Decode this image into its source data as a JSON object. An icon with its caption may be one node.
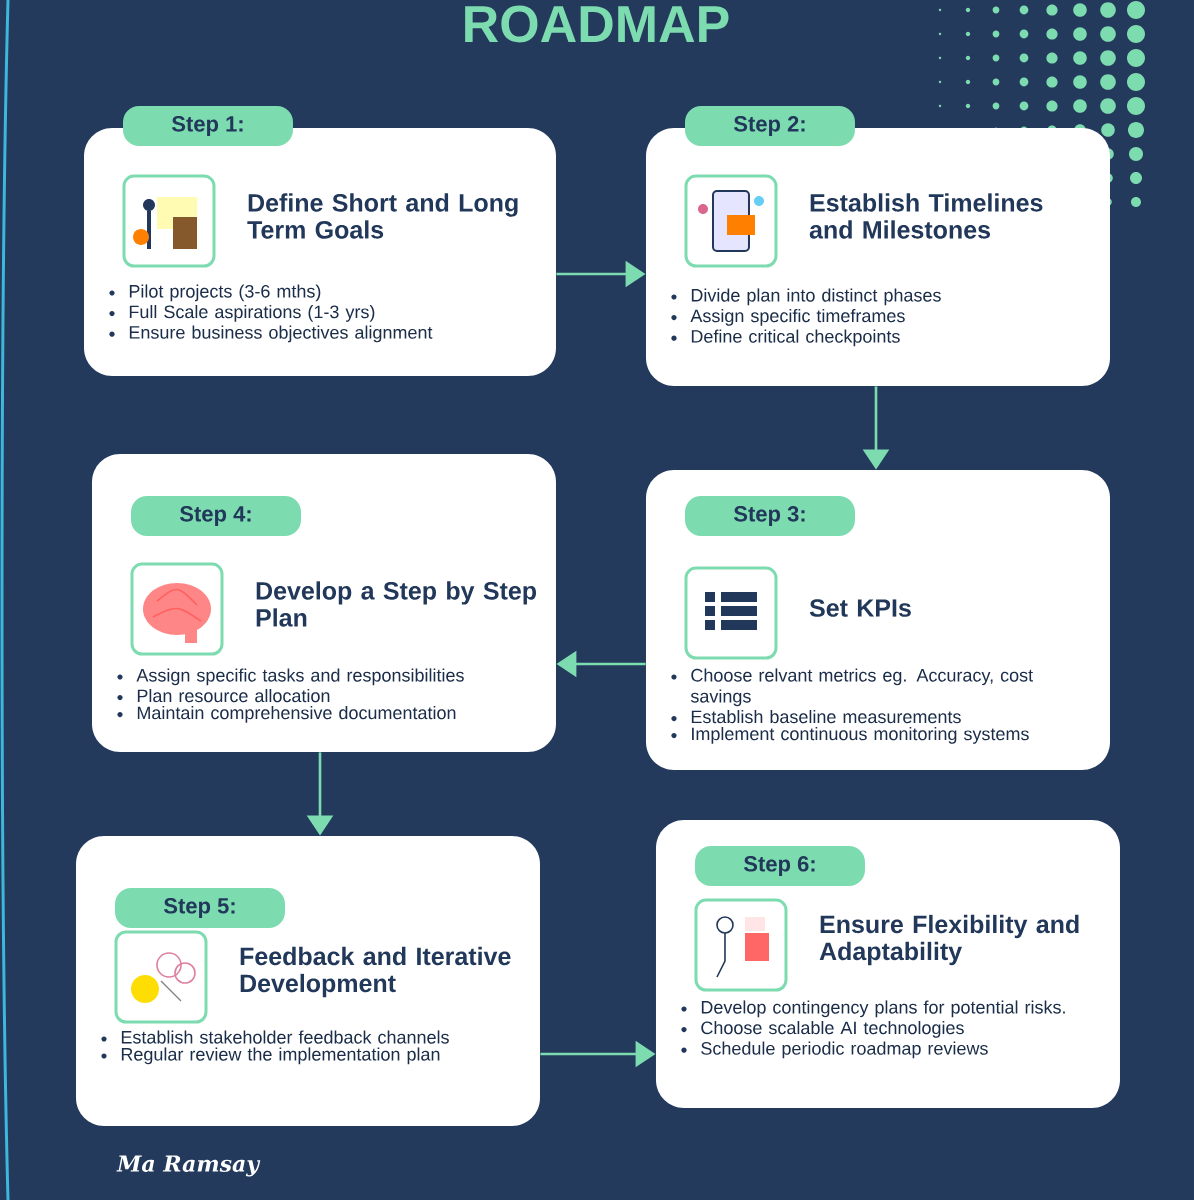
{
  "diagram": {
    "title": "ROADMAP",
    "nodes": [
      {
        "text": [
          "Step 1:",
          "Define Short and Long Term Goals",
          "Pilot projects (3-6 mths)",
          "Full Scale aspirations (1-3 yrs)",
          "Ensure business objectives alignment"
        ]
      },
      {
        "text": [
          "Step 2:",
          "Establish Timelines and Milestones",
          "Divide plan into distinct phases",
          "Assign specific timeframes",
          "Define critical checkpoints"
        ]
      },
      {
        "text": [
          "Step 3:",
          "Set KPIs",
          "Choose relvant metrics eg. Accuracy, cost savings",
          "Establish baseline measurements",
          "Implement continuous monitoring systems"
        ]
      },
      {
        "text": [
          "Step 4:",
          "Develop a Step by Step Plan",
          "Assign specific tasks and responsibilities",
          "Plan resource allocation",
          "Maintain comprehensive documentation"
        ]
      },
      {
        "text": [
          "Step 5:",
          "Feedback and Iterative Development",
          "Establish stakeholder feedback channels",
          "Regular review the implementation plan"
        ]
      },
      {
        "text": [
          "Step 6:",
          "Ensure Flexibility and Adaptability",
          "Develop contingency plans for potential risks.",
          "Choose scalable AI technologies",
          "Schedule periodic roadmap reviews"
        ]
      }
    ],
    "edges": [
      {
        "from": 0,
        "to": 1,
        "arrow": "to"
      },
      {
        "from": 1,
        "to": 2,
        "arrow": "to"
      },
      {
        "from": 2,
        "to": 3,
        "arrow": "to"
      },
      {
        "from": 3,
        "to": 4,
        "arrow": "to"
      },
      {
        "from": 4,
        "to": 5,
        "arrow": "to"
      }
    ],
    "labels": [
      "Ma Ramsay"
    ]
  }
}
